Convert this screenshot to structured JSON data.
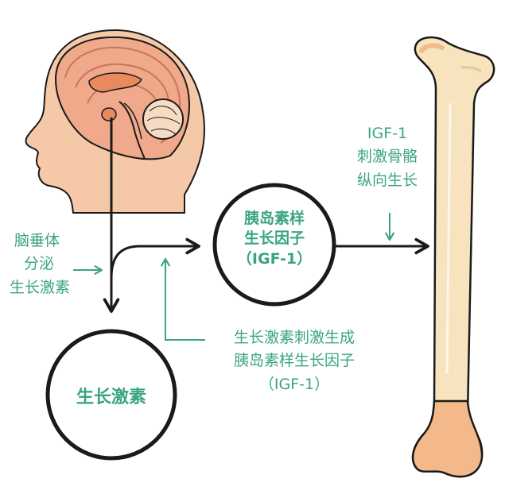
{
  "nodes": {
    "igf1": {
      "line1": "胰岛素样",
      "line2": "生长因子",
      "line3": "（IGF-1）"
    },
    "gh": {
      "label": "生长激素"
    }
  },
  "annotations": {
    "pituitary": {
      "line1": "脑垂体",
      "line2": "分泌",
      "line3": "生长激素"
    },
    "gh_stimulates": {
      "line1": "生长激素刺激生成",
      "line2": "胰岛素样生长因子",
      "line3": "（IGF-1）"
    },
    "igf_stimulates": {
      "line1": "IGF-1",
      "line2": "刺激骨骼",
      "line3": "纵向生长"
    }
  },
  "colors": {
    "accent": "#3aa57f",
    "outline": "#1a1a1a",
    "skin": "#f5c9a8",
    "bone": "#f7e4bf",
    "bone_end": "#f3b98a",
    "brain": "#f0a98b"
  }
}
